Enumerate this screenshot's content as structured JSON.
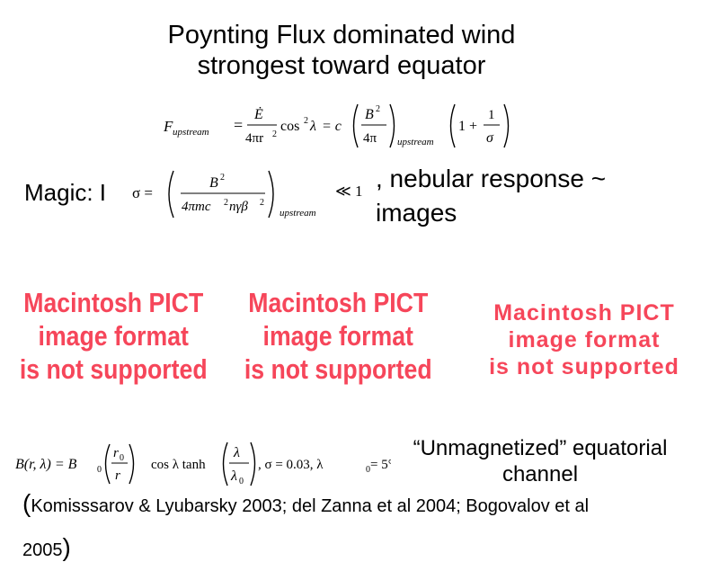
{
  "title": {
    "line1": "Poynting Flux dominated wind",
    "line2": "strongest toward equator"
  },
  "equation1": {
    "lhs": "F",
    "lhs_sub": "upstream",
    "edot": "Ė",
    "denom1": "4πr",
    "cos": "cos",
    "lambda": "λ",
    "eq_c": "= c",
    "b2": "B",
    "denom2": "4π",
    "sub2": "upstream",
    "one_plus": "1 +",
    "one": "1",
    "sigma": "σ"
  },
  "magic": {
    "label": "Magic:  I",
    "sigma_eq": "σ =",
    "num": "B",
    "denom": "4πmc",
    "denom_tail": "nγβ",
    "sub": "upstream",
    "ll": "≪ 1"
  },
  "nebular": {
    "line1": ", nebular response ~",
    "line2": "images"
  },
  "pict_placeholder": {
    "line1": "Macintosh PICT",
    "line2": "image format",
    "line3": "is not supported"
  },
  "equation2": {
    "lhs": "B(r, λ) = B",
    "sub0": "0",
    "r0": "r",
    "r": "r",
    "cos_tanh": "cos λ tanh",
    "lambda": "λ",
    "lambda0": "λ",
    "params": ",  σ = 0.03,  λ",
    "tail": " = 5°"
  },
  "unmagnetized": {
    "line1": "“Unmagnetized” equatorial",
    "line2": "channel"
  },
  "references": {
    "open": "(",
    "text1": "Komisssarov & Lyubarsky 2003; del Zanna et al 2004; Bogovalov et al",
    "text2": "2005",
    "close": ")"
  }
}
